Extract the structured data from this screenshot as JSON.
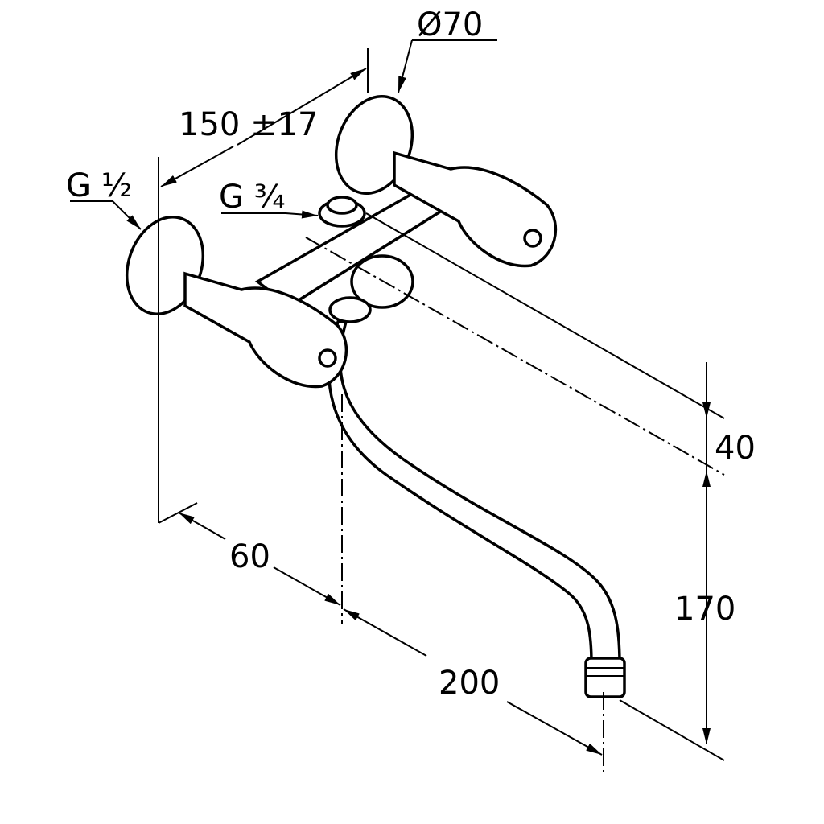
{
  "drawing": {
    "labels": {
      "diameter": "Ø70",
      "spacing": "150 ±17",
      "inlet_thread": "G ½",
      "outlet_thread": "G ¾",
      "axis_offset": "40",
      "spout_height": "170",
      "wall_to_axis": "60",
      "spout_reach": "200"
    },
    "colors": {
      "line": "#000000",
      "background": "#ffffff"
    }
  }
}
